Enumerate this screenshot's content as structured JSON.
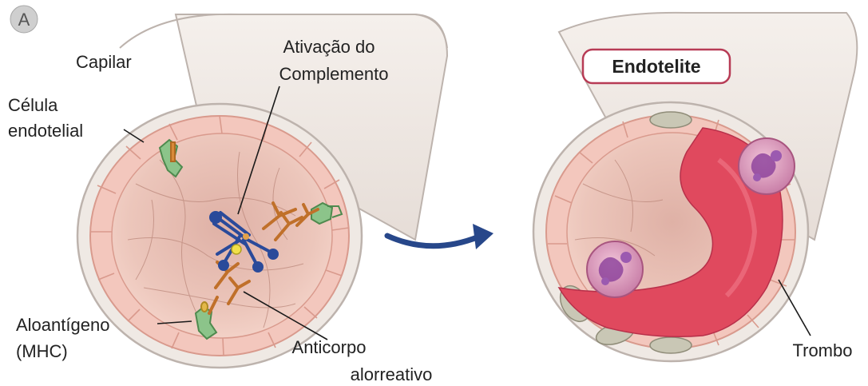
{
  "panel_letter": "A",
  "left_panel": {
    "capillary_label": "Capilar",
    "endothelial_cell_label": [
      "Célula",
      "endotelial"
    ],
    "complement_label": [
      "Ativação do",
      "Complemento"
    ],
    "alloantigen_label": [
      "Aloantígeno",
      "(MHC)"
    ],
    "antibody_label": [
      "Anticorpo",
      "alorreativo"
    ]
  },
  "right_panel": {
    "title": "Endotelite",
    "thrombus_label": "Trombo"
  },
  "colors": {
    "tube": "#efe9e4",
    "tube_outline": "#bdb3ad",
    "cell_wall": "#f3c7bd",
    "cell_outline": "#d99a8d",
    "lumen": "#e8b7aa",
    "thrombus": "#e0495e",
    "antibody": "#d98a3a",
    "complement": "#2a4a9a",
    "mhc": "#6aa56a",
    "arrow": "#27478a",
    "title_border": "#b73b55"
  }
}
